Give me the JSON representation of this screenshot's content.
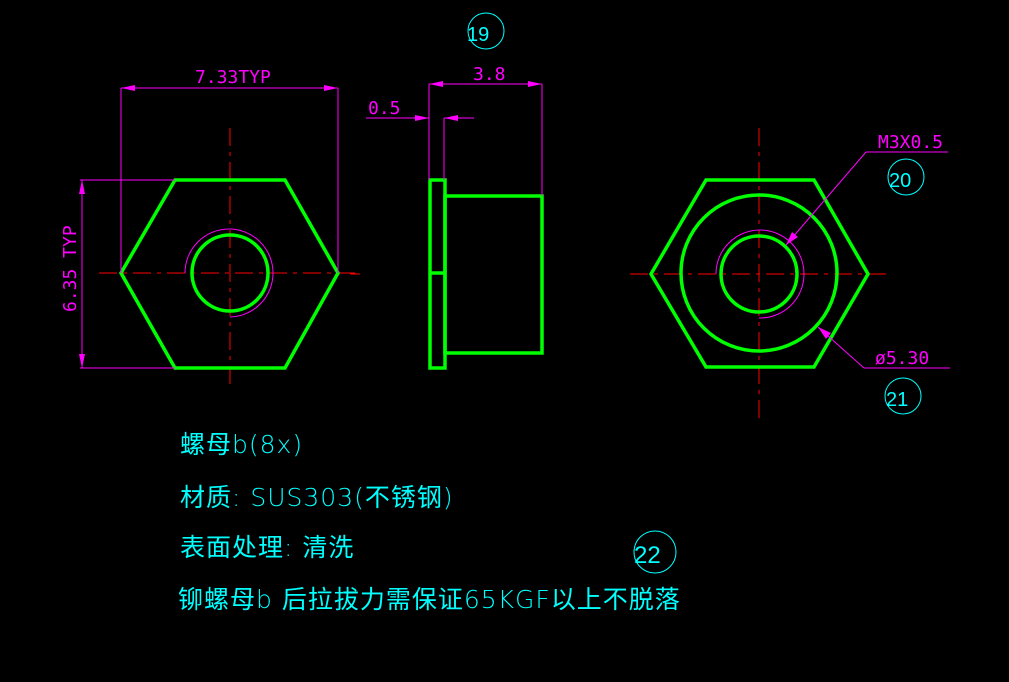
{
  "colors": {
    "background": "#000000",
    "outline": "#00ff00",
    "dimension": "#ff00ff",
    "centerline": "#ff0000",
    "annotation": "#00ffff"
  },
  "front_view": {
    "width_dim": "7.33TYP",
    "height_dim": "6.35 TYP"
  },
  "side_view": {
    "flange_dim": "0.5",
    "length_dim": "3.8",
    "balloon": "19"
  },
  "rear_view": {
    "thread_dim": "M3X0.5",
    "thread_balloon": "20",
    "diameter_dim": "ø5.30",
    "diameter_balloon": "21"
  },
  "notes": {
    "line1": "螺母b(8x)",
    "line2": "材质: SUS303(不锈钢)",
    "line3": "表面处理: 清洗",
    "line4": "铆螺母b 后拉拔力需保证65KGF以上不脱落",
    "balloon": "22"
  }
}
